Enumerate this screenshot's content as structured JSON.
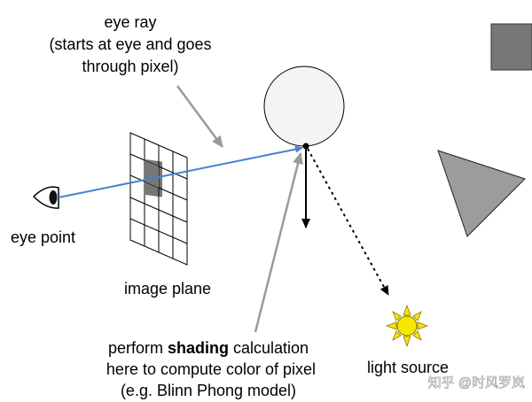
{
  "labels": {
    "eye_ray_line1": "eye ray",
    "eye_ray_line2": "(starts at eye and goes",
    "eye_ray_line3": "through pixel)",
    "eye_point": "eye point",
    "image_plane": "image plane",
    "shading_pre": "perform ",
    "shading_bold": "shading",
    "shading_post": " calculation",
    "shading_line2": "here to compute color of pixel",
    "shading_line3": "(e.g. Blinn Phong model)",
    "light_source": "light source",
    "watermark": "知乎 @时风罗岚"
  },
  "colors": {
    "ray": "#4a7fd4",
    "pointer": "#9a9a9a",
    "sphere_fill": "#f4f4f4",
    "square_fill": "#777777",
    "triangle_fill": "#9c9c9c",
    "sun_fill": "#f7e600",
    "highlight_pixel": "#777777"
  },
  "icons": {
    "eye": "eye-icon",
    "sun": "sun-icon"
  }
}
